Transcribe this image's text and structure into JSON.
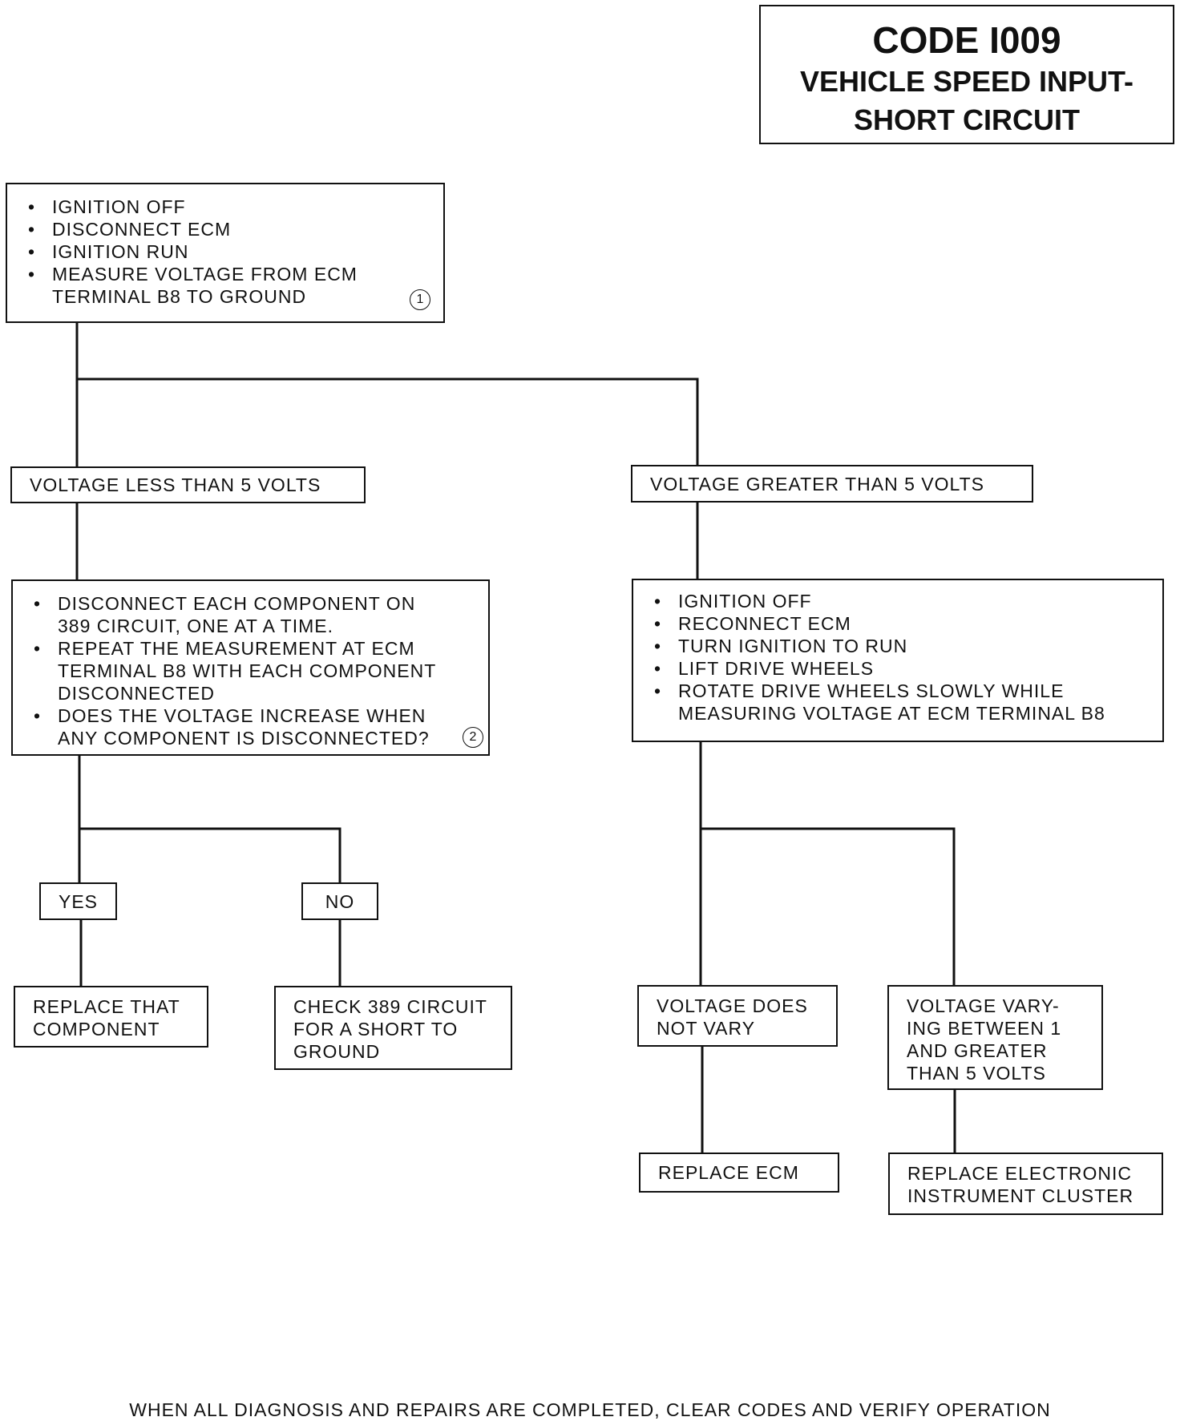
{
  "title": {
    "code": "CODE I009",
    "subtitle_lines": [
      "VEHICLE SPEED INPUT-",
      "SHORT CIRCUIT"
    ]
  },
  "bullet_glyph": "•",
  "nodes": {
    "start": {
      "steps": [
        "IGNITION OFF",
        "DISCONNECT ECM",
        "IGNITION RUN",
        "MEASURE VOLTAGE FROM ECM TERMINAL B8 TO GROUND"
      ],
      "ref": "1"
    },
    "less_than_5": {
      "label": "VOLTAGE LESS THAN 5 VOLTS"
    },
    "greater_than_5": {
      "label": "VOLTAGE GREATER THAN 5 VOLTS"
    },
    "disconnect_components": {
      "steps": [
        "DISCONNECT EACH COMPONENT ON 389 CIRCUIT, ONE AT A TIME.",
        "REPEAT THE MEASUREMENT AT ECM TERMINAL B8 WITH EACH COMPONENT DISCONNECTED",
        "DOES THE VOLTAGE INCREASE WHEN ANY COMPONENT IS DISCONNECTED?"
      ],
      "ref": "2"
    },
    "rotate_wheels": {
      "steps": [
        "IGNITION OFF",
        "RECONNECT ECM",
        "TURN IGNITION TO RUN",
        "LIFT DRIVE WHEELS",
        "ROTATE DRIVE WHEELS SLOWLY WHILE MEASURING VOLTAGE AT ECM TERMINAL B8"
      ]
    },
    "yes": {
      "label": "YES"
    },
    "no": {
      "label": "NO"
    },
    "replace_component": {
      "lines": [
        "REPLACE THAT",
        "COMPONENT"
      ]
    },
    "check_circuit": {
      "lines": [
        "CHECK 389 CIRCUIT",
        "FOR A SHORT TO",
        "GROUND"
      ]
    },
    "no_vary": {
      "lines": [
        "VOLTAGE DOES",
        "NOT VARY"
      ]
    },
    "varying": {
      "lines": [
        "VOLTAGE VARY-",
        "ING BETWEEN 1",
        "AND GREATER",
        "THAN 5 VOLTS"
      ]
    },
    "replace_ecm": {
      "label": "REPLACE ECM"
    },
    "replace_cluster": {
      "lines": [
        "REPLACE ELECTRONIC",
        "INSTRUMENT CLUSTER"
      ]
    }
  },
  "footer": "WHEN ALL DIAGNOSIS AND REPAIRS ARE COMPLETED, CLEAR CODES AND VERIFY OPERATION"
}
